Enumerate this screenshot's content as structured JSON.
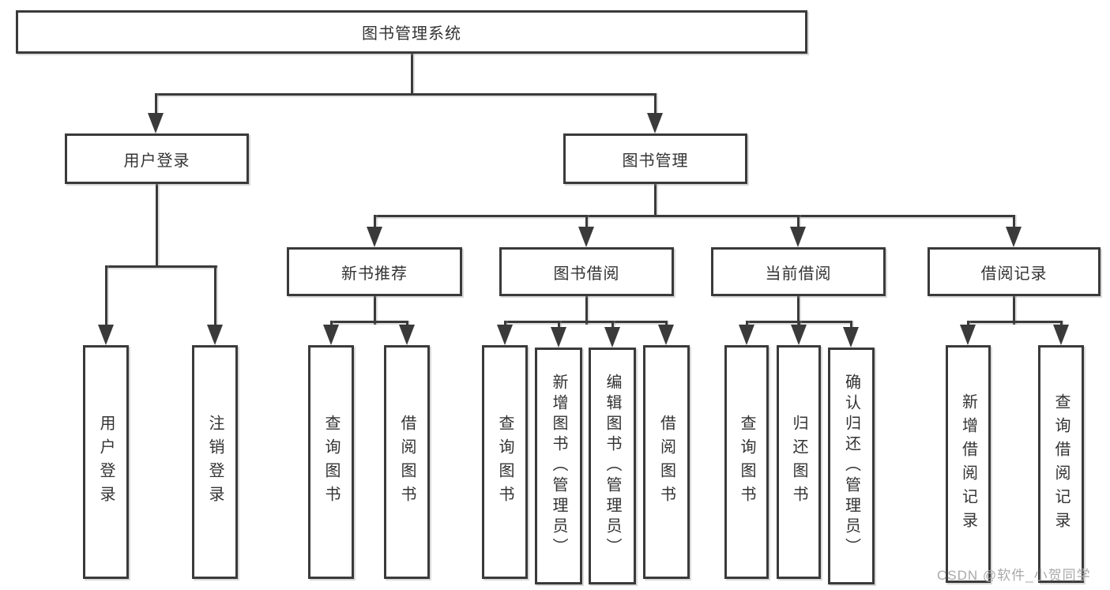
{
  "diagram": {
    "root": {
      "label": "图书管理系统"
    },
    "login": {
      "label": "用户登录",
      "children": [
        {
          "label": "用户登录"
        },
        {
          "label": "注销登录"
        }
      ]
    },
    "management": {
      "label": "图书管理",
      "sections": [
        {
          "label": "新书推荐",
          "children": [
            {
              "label": "查询图书"
            },
            {
              "label": "借阅图书"
            }
          ]
        },
        {
          "label": "图书借阅",
          "children": [
            {
              "label": "查询图书"
            },
            {
              "label": "新增图书（管理员）"
            },
            {
              "label": "编辑图书（管理员）"
            },
            {
              "label": "借阅图书"
            }
          ]
        },
        {
          "label": "当前借阅",
          "children": [
            {
              "label": "查询图书"
            },
            {
              "label": "归还图书"
            },
            {
              "label": "确认归还（管理员）"
            }
          ]
        },
        {
          "label": "借阅记录",
          "children": [
            {
              "label": "新增借阅记录"
            },
            {
              "label": "查询借阅记录"
            }
          ]
        }
      ]
    },
    "watermark": "CSDN @软件_小贺同学",
    "colors": {
      "line": "#3a3a3a",
      "text": "#333333",
      "watermark": "#a9a9a9",
      "background": "#ffffff"
    }
  }
}
